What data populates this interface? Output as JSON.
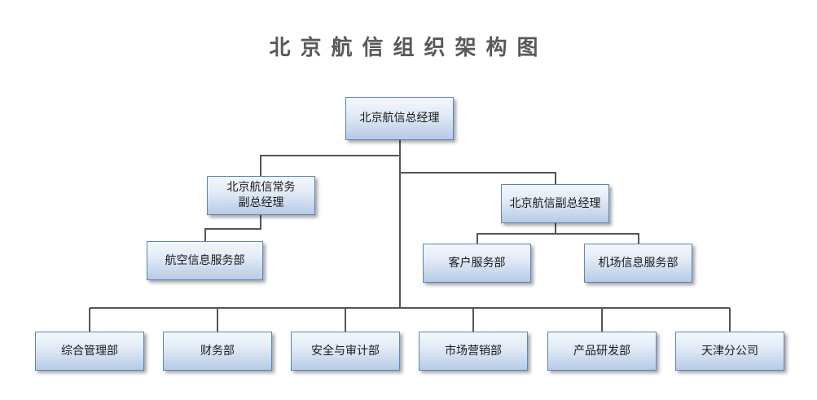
{
  "title": "北京航信组织架构图",
  "nodes": {
    "general_manager": "北京航信总经理",
    "exec_vp_line1": "北京航信常务",
    "exec_vp_line2": "副总经理",
    "aviation_info_service": "航空信息服务部",
    "deputy_gm": "北京航信副总经理",
    "customer_service": "客户服务部",
    "airport_info_service": "机场信息服务部",
    "general_management": "综合管理部",
    "finance": "财务部",
    "security_audit": "安全与审计部",
    "marketing": "市场营销部",
    "product_rd": "产品研发部",
    "tianjin_branch": "天津分公司"
  },
  "colors": {
    "box_border": "#5a86b8",
    "box_fill_top": "#f4f8fd",
    "box_fill_bottom": "#b6cae6",
    "connector": "#555555",
    "title": "#595959"
  }
}
